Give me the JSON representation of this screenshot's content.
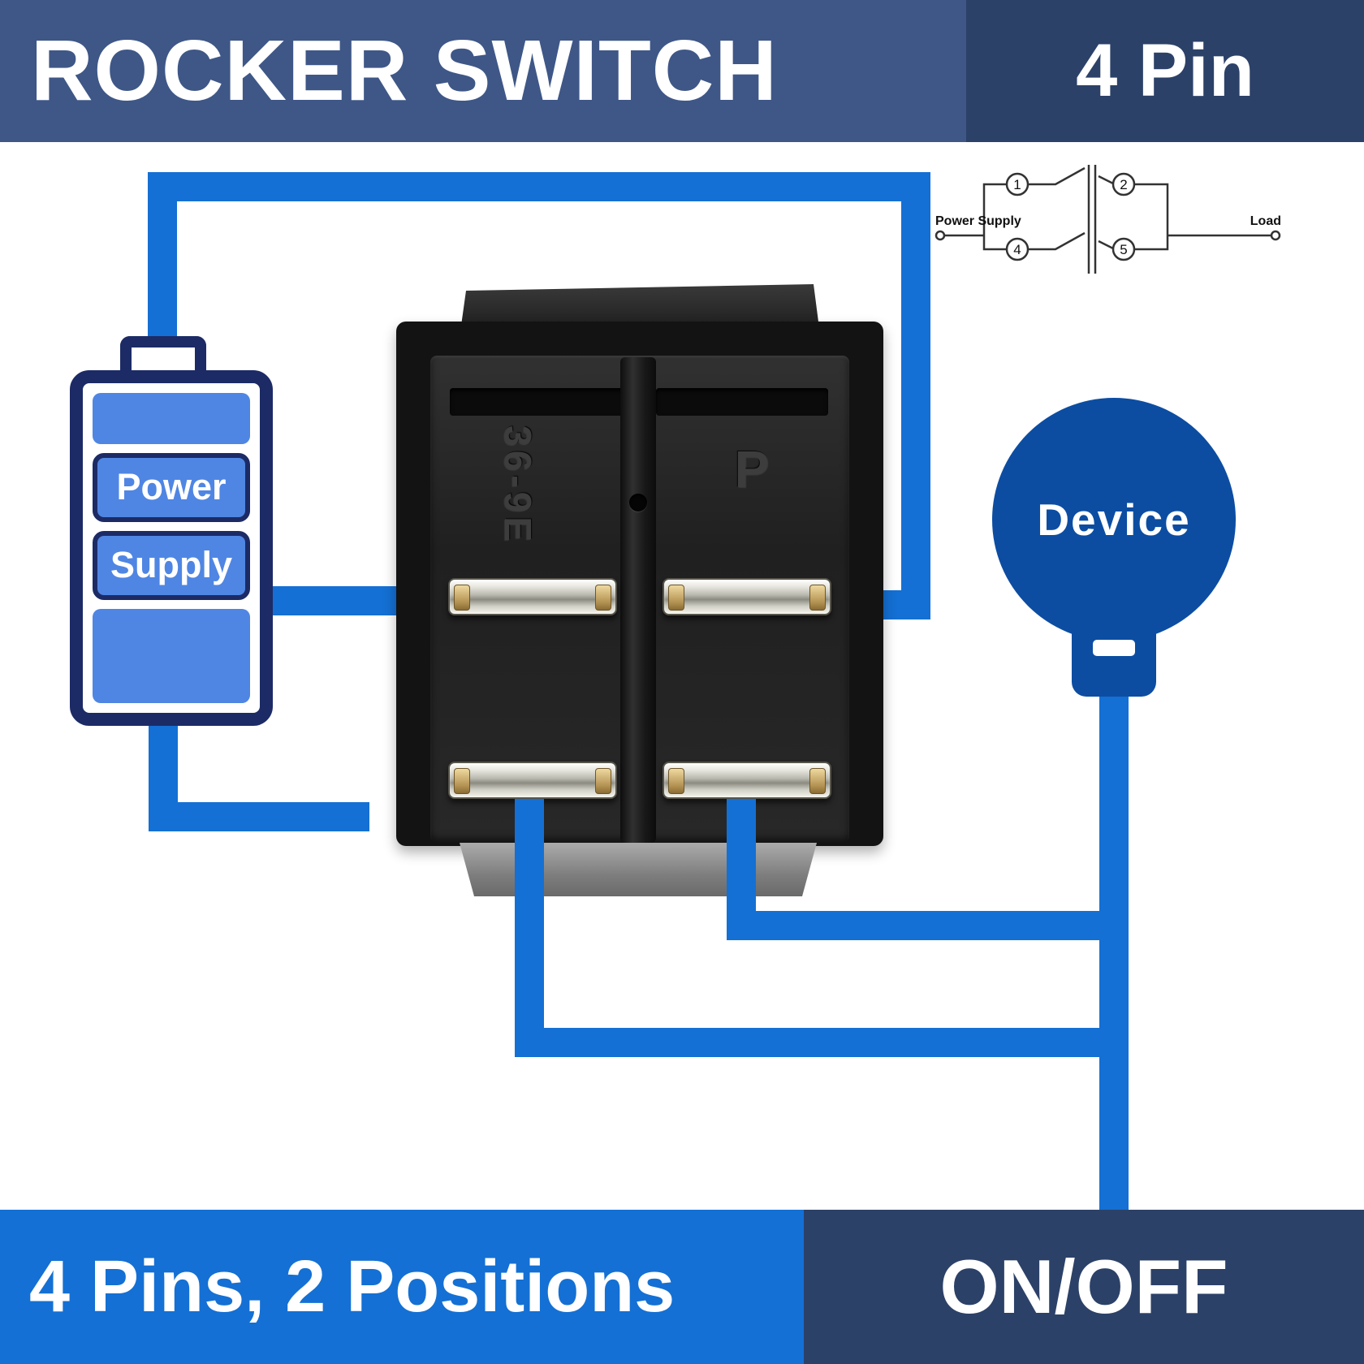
{
  "header": {
    "title": "ROCKER SWITCH",
    "badge": "4 Pin"
  },
  "footer": {
    "left_text": "4 Pins, 2 Positions",
    "right_text": "ON/OFF"
  },
  "battery": {
    "line1": "Power",
    "line2": "Supply"
  },
  "device": {
    "label": "Device"
  },
  "rocker_switch": {
    "marking_left": "36-9E",
    "marking_right": "P"
  },
  "schematic": {
    "label_left": "Power Supply",
    "label_right": "Load",
    "pin1": "1",
    "pin2": "2",
    "pin4": "4",
    "pin5": "5"
  },
  "colors": {
    "header_left_bg": "#3e5787",
    "dark_navy_bg": "#2c4168",
    "footer_left_bg": "#1470d4",
    "wire_blue": "#1470d4",
    "battery_outline": "#1c2b66",
    "battery_fill": "#4f86e3",
    "device_blue": "#0c4da2"
  }
}
